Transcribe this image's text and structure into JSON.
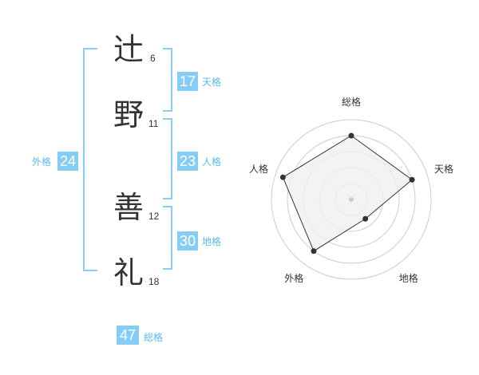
{
  "name": {
    "chars": [
      {
        "char": "辻",
        "strokes": "6"
      },
      {
        "char": "野",
        "strokes": "11"
      },
      {
        "char": "善",
        "strokes": "12"
      },
      {
        "char": "礼",
        "strokes": "18"
      }
    ]
  },
  "kaku": {
    "tenkaku": {
      "value": "17",
      "label": "天格"
    },
    "jinkaku": {
      "value": "23",
      "label": "人格"
    },
    "chikaku": {
      "value": "30",
      "label": "地格"
    },
    "gaikaku": {
      "value": "24",
      "label": "外格"
    },
    "soukaku": {
      "value": "47",
      "label": "総格"
    }
  },
  "chart_data": {
    "type": "radar",
    "axes": [
      "総格",
      "天格",
      "地格",
      "外格",
      "人格"
    ],
    "values": [
      4,
      4,
      1.5,
      4,
      4.5
    ],
    "max": 5,
    "rings": 5,
    "colors": {
      "fill": "#f0f0f0",
      "line": "#333333",
      "grid": "#cccccc",
      "center": "#cccccc"
    }
  }
}
